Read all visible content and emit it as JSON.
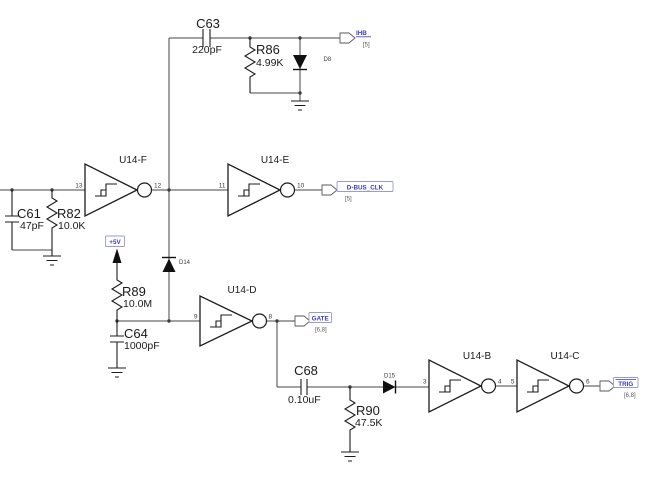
{
  "components": {
    "c63": {
      "ref": "C63",
      "value": "220pF"
    },
    "c61": {
      "ref": "C61",
      "value": "47pF"
    },
    "c64": {
      "ref": "C64",
      "value": "1000pF"
    },
    "c68": {
      "ref": "C68",
      "value": "0.10uF"
    },
    "r86": {
      "ref": "R86",
      "value": "4.99K"
    },
    "r82": {
      "ref": "R82",
      "value": "10.0K"
    },
    "r89": {
      "ref": "R89",
      "value": "10.0M"
    },
    "r90": {
      "ref": "R90",
      "value": "47.5K"
    },
    "d8": {
      "ref": "D8"
    },
    "d14": {
      "ref": "D14"
    },
    "d15": {
      "ref": "D15"
    },
    "u14f": {
      "ref": "U14-F",
      "pin_in": "13",
      "pin_out": "12"
    },
    "u14e": {
      "ref": "U14-E",
      "pin_in": "11",
      "pin_out": "10"
    },
    "u14d": {
      "ref": "U14-D",
      "pin_in": "9",
      "pin_out": "8"
    },
    "u14b": {
      "ref": "U14-B",
      "pin_in": "3",
      "pin_out": "4"
    },
    "u14c": {
      "ref": "U14-C",
      "pin_in": "5",
      "pin_out": "6"
    }
  },
  "nets": {
    "ihb": {
      "label": "IHB",
      "sheet": "[5]"
    },
    "dbus_clk": {
      "label": "D-BUS_CLK",
      "sheet": "[5]"
    },
    "gate": {
      "label": "GATE",
      "sheet": "[6,8]"
    },
    "trig": {
      "label": "TRIG",
      "sheet": "[6,8]"
    },
    "p5v": {
      "label": "+5V"
    }
  },
  "colors": {
    "wire": "#454545",
    "symbol": "#1c1c1c",
    "net_label": "#3a3abf",
    "net_box_border": "#9a9ad6",
    "background": "#ffffff"
  }
}
